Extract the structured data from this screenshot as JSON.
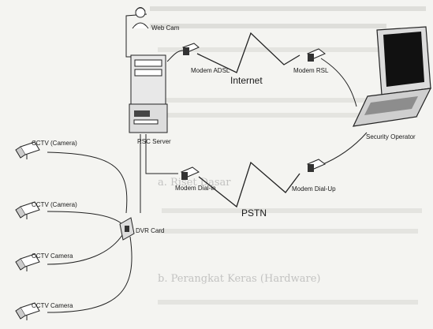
{
  "nodes": {
    "webcam": "Web Cam",
    "rsc_server": "RSC Server",
    "modem_adsl": "Modem ADSL",
    "modem_isdn": "Modem RSL",
    "security_operator": "Security Operator",
    "modem_dialin": "Modem Dial-in",
    "modem_dialup": "Modem Dial-Up",
    "dvr_card": "DVR Card",
    "cctv1": "CCTV (Camera)",
    "cctv2": "CCTV (Camera)",
    "cctv3": "CCTV Camera",
    "cctv4": "CCTV Camera"
  },
  "networks": {
    "internet": "Internet",
    "pstn": "PSTN"
  },
  "background_text": {
    "line_a": "a.   Riset Dasar",
    "line_b": "b.   Perangkat Keras (Hardware)"
  }
}
